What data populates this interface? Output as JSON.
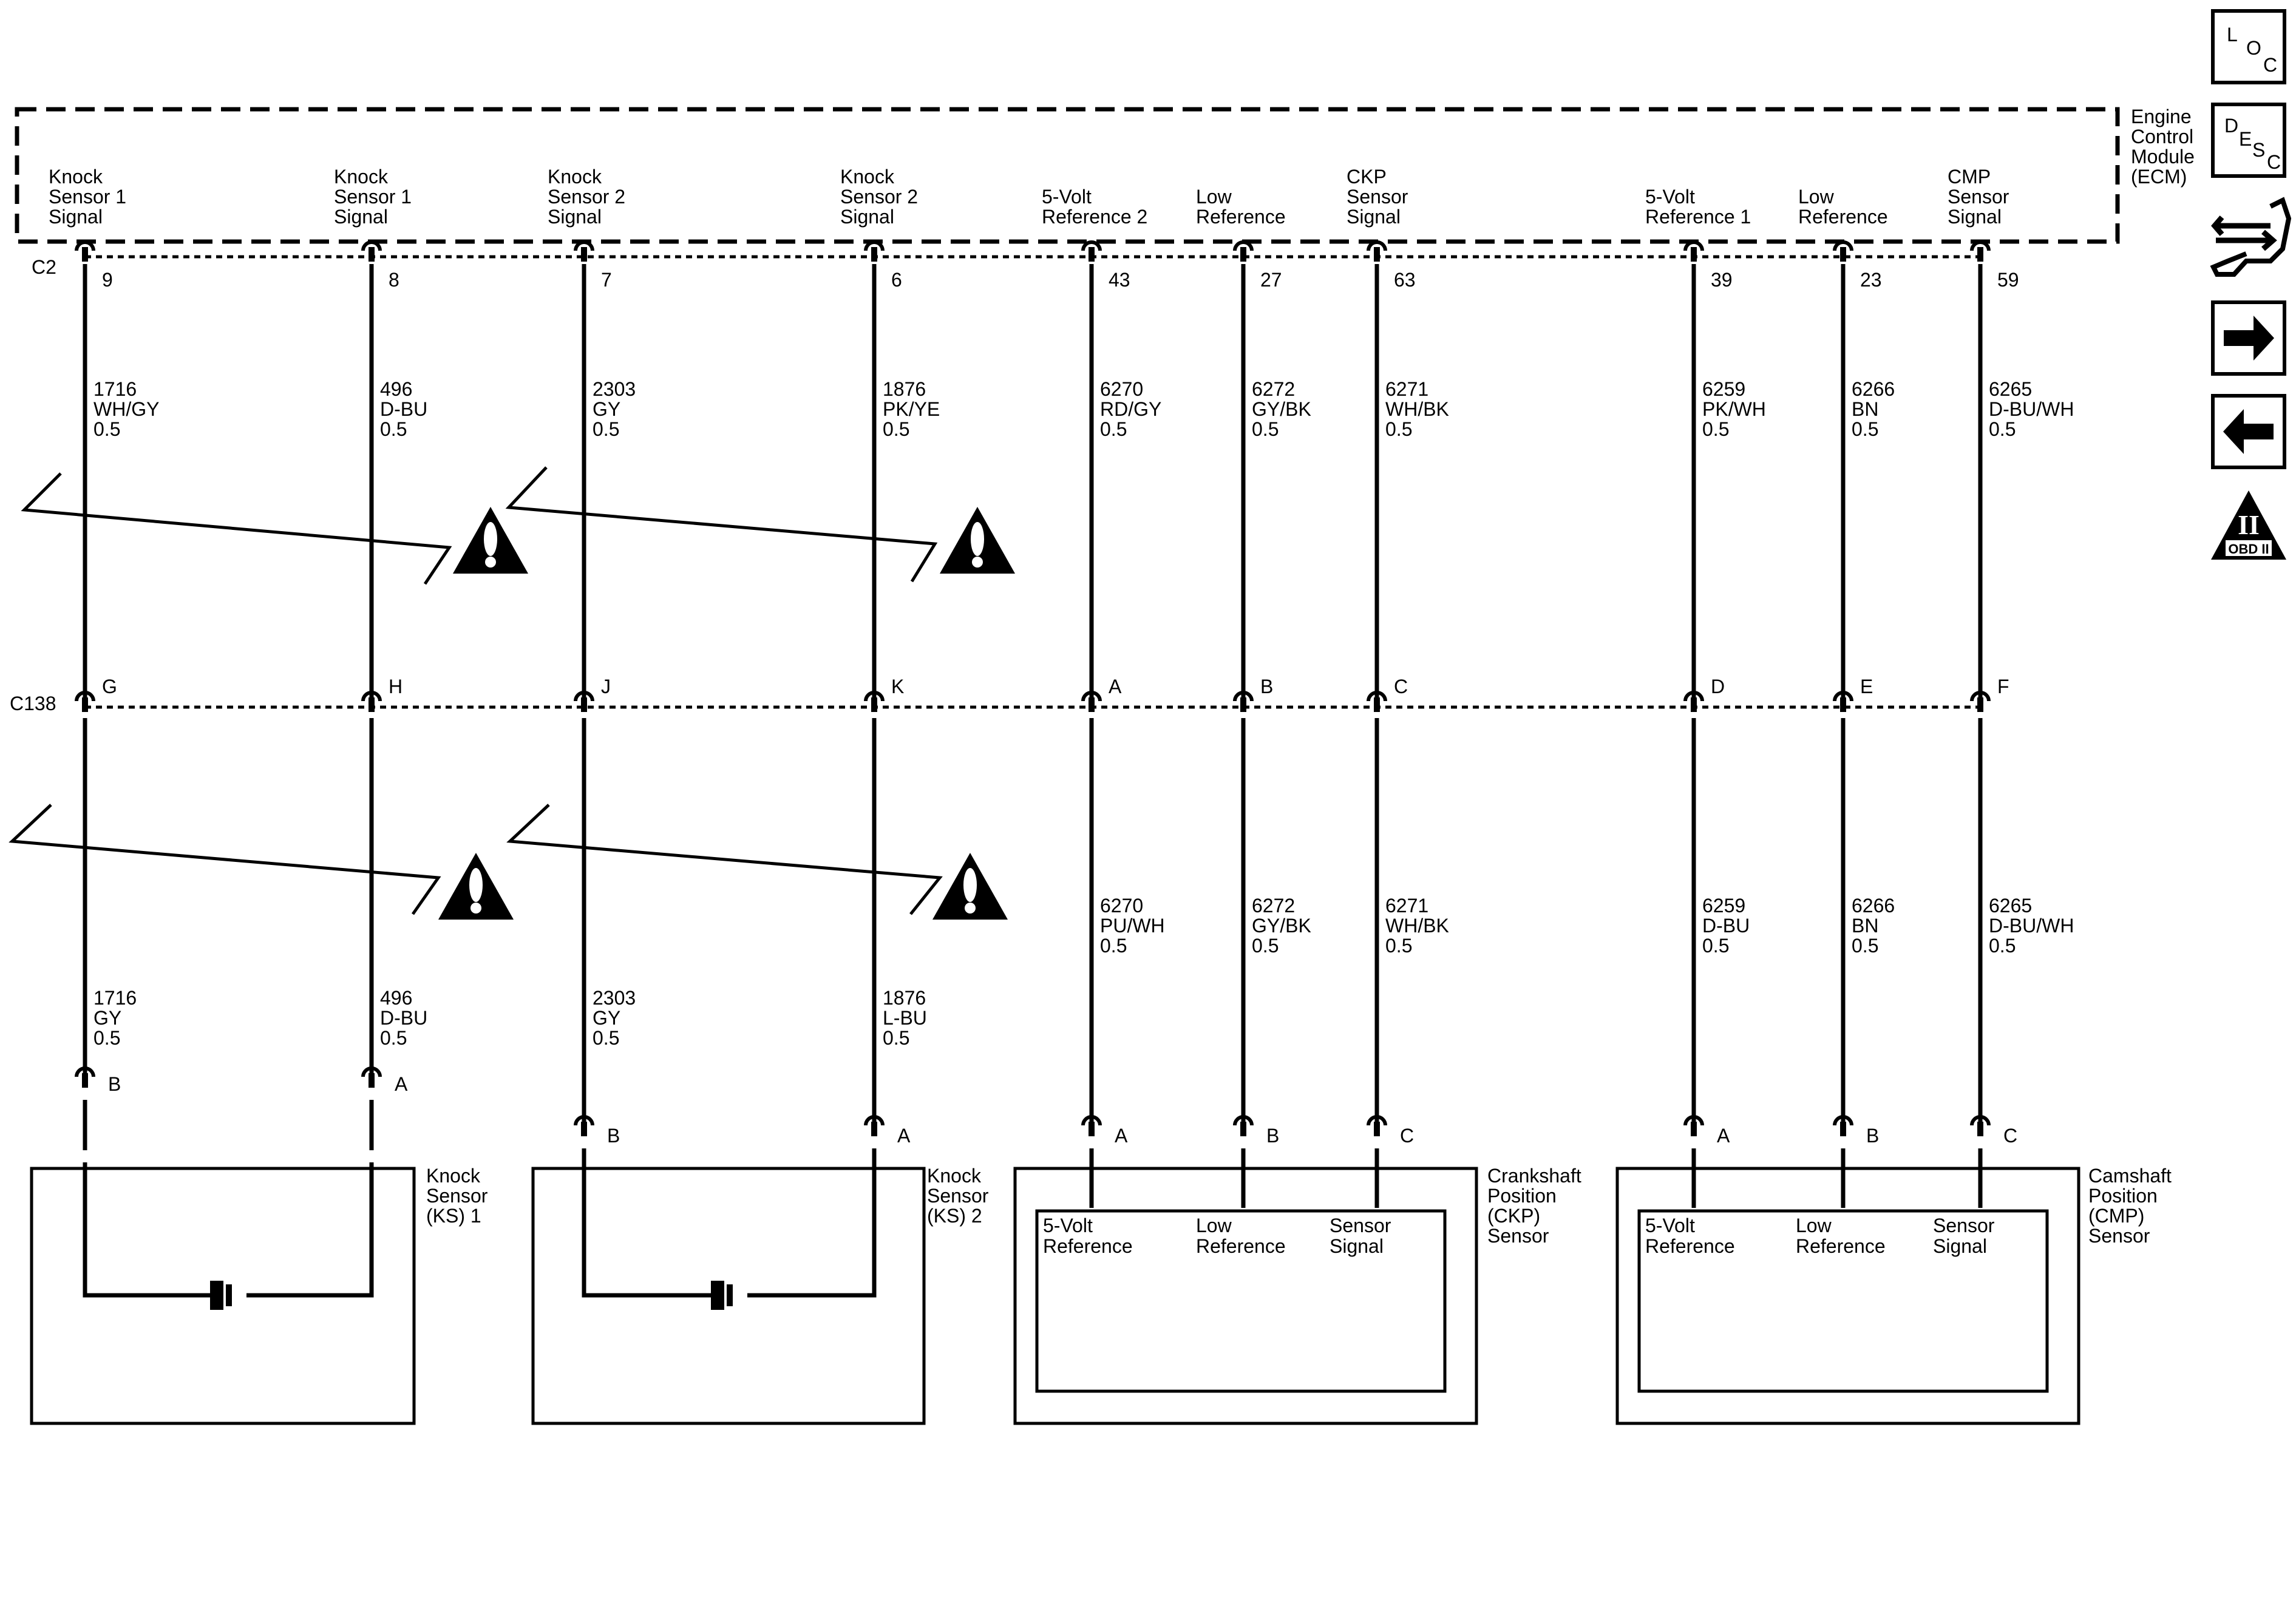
{
  "ecm": {
    "name_lines": [
      "Engine",
      "Control",
      "Module",
      "(ECM)"
    ]
  },
  "connectors": {
    "c2": "C2",
    "c138": "C138"
  },
  "circuits": [
    {
      "id": "ks1sig",
      "ecm_label": [
        "Knock",
        "Sensor 1",
        "Signal"
      ],
      "c2_pin": "9",
      "top_wire": [
        "1716",
        "WH/GY",
        "0.5"
      ],
      "c138_pin": "G",
      "bottom_wire": [
        "1716",
        "GY",
        "0.5"
      ],
      "comp_pin": "B"
    },
    {
      "id": "ks1ret",
      "ecm_label": [
        "Knock",
        "Sensor 1",
        "Signal"
      ],
      "c2_pin": "8",
      "top_wire": [
        "496",
        "D-BU",
        "0.5"
      ],
      "c138_pin": "H",
      "bottom_wire": [
        "496",
        "D-BU",
        "0.5"
      ],
      "comp_pin": "A"
    },
    {
      "id": "ks2sig",
      "ecm_label": [
        "Knock",
        "Sensor 2",
        "Signal"
      ],
      "c2_pin": "7",
      "top_wire": [
        "2303",
        "GY",
        "0.5"
      ],
      "c138_pin": "J",
      "bottom_wire": [
        "2303",
        "GY",
        "0.5"
      ],
      "comp_pin": "B"
    },
    {
      "id": "ks2ret",
      "ecm_label": [
        "Knock",
        "Sensor 2",
        "Signal"
      ],
      "c2_pin": "6",
      "top_wire": [
        "1876",
        "PK/YE",
        "0.5"
      ],
      "c138_pin": "K",
      "bottom_wire": [
        "1876",
        "L-BU",
        "0.5"
      ],
      "comp_pin": "A"
    },
    {
      "id": "ckp5v",
      "ecm_label": [
        "5-Volt",
        "Reference 2"
      ],
      "c2_pin": "43",
      "top_wire": [
        "6270",
        "RD/GY",
        "0.5"
      ],
      "c138_pin": "A",
      "bottom_wire": [
        "6270",
        "PU/WH",
        "0.5"
      ],
      "comp_pin": "A"
    },
    {
      "id": "ckplow",
      "ecm_label": [
        "Low",
        "Reference"
      ],
      "c2_pin": "27",
      "top_wire": [
        "6272",
        "GY/BK",
        "0.5"
      ],
      "c138_pin": "B",
      "bottom_wire": [
        "6272",
        "GY/BK",
        "0.5"
      ],
      "comp_pin": "B"
    },
    {
      "id": "ckpsig",
      "ecm_label": [
        "CKP",
        "Sensor",
        "Signal"
      ],
      "c2_pin": "63",
      "top_wire": [
        "6271",
        "WH/BK",
        "0.5"
      ],
      "c138_pin": "C",
      "bottom_wire": [
        "6271",
        "WH/BK",
        "0.5"
      ],
      "comp_pin": "C"
    },
    {
      "id": "cmp5v",
      "ecm_label": [
        "5-Volt",
        "Reference 1"
      ],
      "c2_pin": "39",
      "top_wire": [
        "6259",
        "PK/WH",
        "0.5"
      ],
      "c138_pin": "D",
      "bottom_wire": [
        "6259",
        "D-BU",
        "0.5"
      ],
      "comp_pin": "A"
    },
    {
      "id": "cmplow",
      "ecm_label": [
        "Low",
        "Reference"
      ],
      "c2_pin": "23",
      "top_wire": [
        "6266",
        "BN",
        "0.5"
      ],
      "c138_pin": "E",
      "bottom_wire": [
        "6266",
        "BN",
        "0.5"
      ],
      "comp_pin": "B"
    },
    {
      "id": "cmpsig",
      "ecm_label": [
        "CMP",
        "Sensor",
        "Signal"
      ],
      "c2_pin": "59",
      "top_wire": [
        "6265",
        "D-BU/WH",
        "0.5"
      ],
      "c138_pin": "F",
      "bottom_wire": [
        "6265",
        "D-BU/WH",
        "0.5"
      ],
      "comp_pin": "C"
    }
  ],
  "components": {
    "ks1": {
      "name_lines": [
        "Knock",
        "Sensor",
        "(KS) 1"
      ]
    },
    "ks2": {
      "name_lines": [
        "Knock",
        "Sensor",
        "(KS) 2"
      ]
    },
    "ckp": {
      "name_lines": [
        "Crankshaft",
        "Position",
        "(CKP)",
        "Sensor"
      ],
      "pin_labels": [
        [
          "5-Volt",
          "Reference"
        ],
        [
          "Low",
          "Reference"
        ],
        [
          "Sensor",
          "Signal"
        ]
      ]
    },
    "cmp": {
      "name_lines": [
        "Camshaft",
        "Position",
        "(CMP)",
        "Sensor"
      ],
      "pin_labels": [
        [
          "5-Volt",
          "Reference"
        ],
        [
          "Low",
          "Reference"
        ],
        [
          "Sensor",
          "Signal"
        ]
      ]
    }
  },
  "sidebar": {
    "loc": [
      "L",
      "O",
      "C"
    ],
    "desc": [
      "D",
      "E",
      "S",
      "C"
    ],
    "obd_label": "OBD II",
    "obd_roman": "II"
  }
}
